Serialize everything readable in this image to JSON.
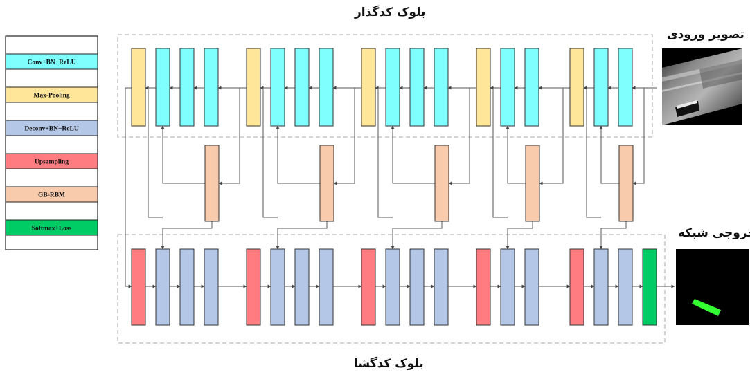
{
  "titles": {
    "encoder": "بلوک کدگذار",
    "decoder": "بلوک کدگشا",
    "input": "تصویر ورودی",
    "output": "خروجی شبکه"
  },
  "legend": [
    {
      "key": "conv",
      "label": "Conv+BN+ReLU",
      "color": "#80ffff"
    },
    {
      "key": "pool",
      "label": "Max-Pooling",
      "color": "#ffe699"
    },
    {
      "key": "deconv",
      "label": "Deconv+BN+ReLU",
      "color": "#b4c7e7"
    },
    {
      "key": "upsample",
      "label": "Upsampling",
      "color": "#ff7c80"
    },
    {
      "key": "gbrbm",
      "label": "GB-RBM",
      "color": "#f8cbad"
    },
    {
      "key": "softmax",
      "label": "Softmax+Loss",
      "color": "#00cc66"
    }
  ],
  "colors": {
    "stroke": "#333333",
    "arrow": "#555555",
    "dashed": "#aaaaaa",
    "mask": "#33ff33",
    "image_bg": "#000000"
  },
  "encoder_layout": [
    [
      "pool",
      "conv",
      "conv",
      "conv"
    ],
    [
      "pool",
      "conv",
      "conv",
      "conv"
    ],
    [
      "pool",
      "conv",
      "conv",
      "conv"
    ],
    [
      "pool",
      "conv",
      "conv"
    ],
    [
      "pool",
      "conv",
      "conv"
    ]
  ],
  "decoder_layout": [
    [
      "upsample",
      "deconv",
      "deconv",
      "deconv"
    ],
    [
      "upsample",
      "deconv",
      "deconv",
      "deconv"
    ],
    [
      "upsample",
      "deconv",
      "deconv",
      "deconv"
    ],
    [
      "upsample",
      "deconv",
      "deconv"
    ],
    [
      "upsample",
      "deconv",
      "deconv",
      "softmax"
    ]
  ]
}
